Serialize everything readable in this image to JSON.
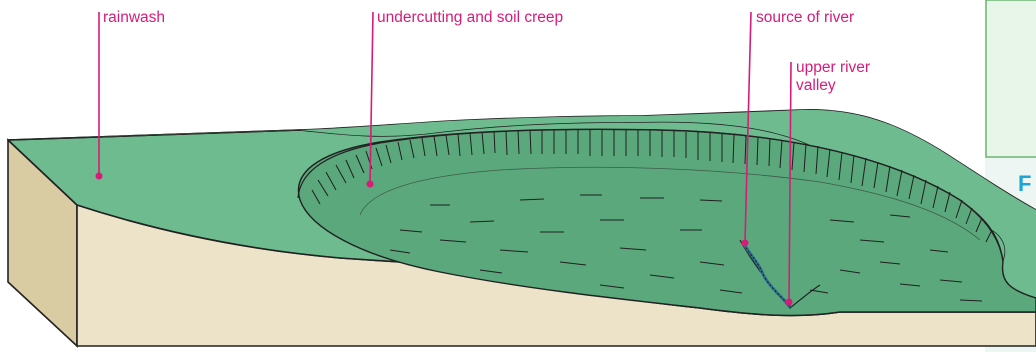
{
  "labels": {
    "rainwash": "rainwash",
    "undercutting": "undercutting and soil creep",
    "source": "source of river",
    "upper_valley": "upper river\nvalley"
  },
  "side_letter": "F",
  "colors": {
    "label": "#d81b7a",
    "grass": "#6dbb8e",
    "grass_dark": "#5aa87c",
    "soil": "#e6dcc0",
    "soil_dark": "#c9bd96",
    "river": "#2d6e8e",
    "side_box_bg": "#e8f6ea",
    "side_box_border": "#6ab36f",
    "side_letter": "#1ba7d6"
  }
}
